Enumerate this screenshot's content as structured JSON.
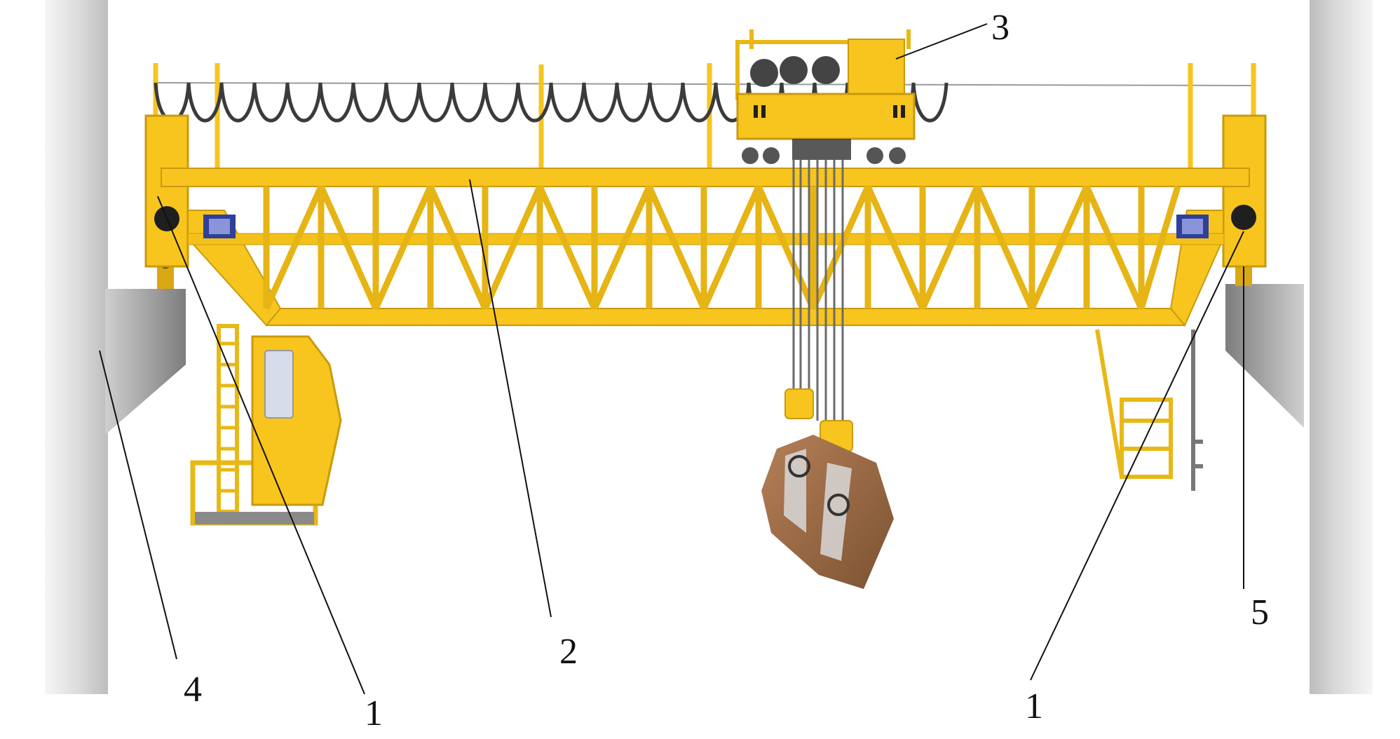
{
  "diagram": {
    "callouts": [
      {
        "id": "end-carriage-left",
        "label": "1"
      },
      {
        "id": "end-carriage-right",
        "label": "1"
      },
      {
        "id": "main-girder",
        "label": "2"
      },
      {
        "id": "trolley",
        "label": "3"
      },
      {
        "id": "crane-runway-beam",
        "label": "4"
      },
      {
        "id": "rail",
        "label": "5"
      }
    ],
    "colors": {
      "structure": "#f7c51e",
      "structure_dark": "#c99a0e",
      "wall": "#e4e4e4",
      "beam": "#8f8f8f",
      "cable": "#444444",
      "bucket": "#9a6a45"
    }
  }
}
